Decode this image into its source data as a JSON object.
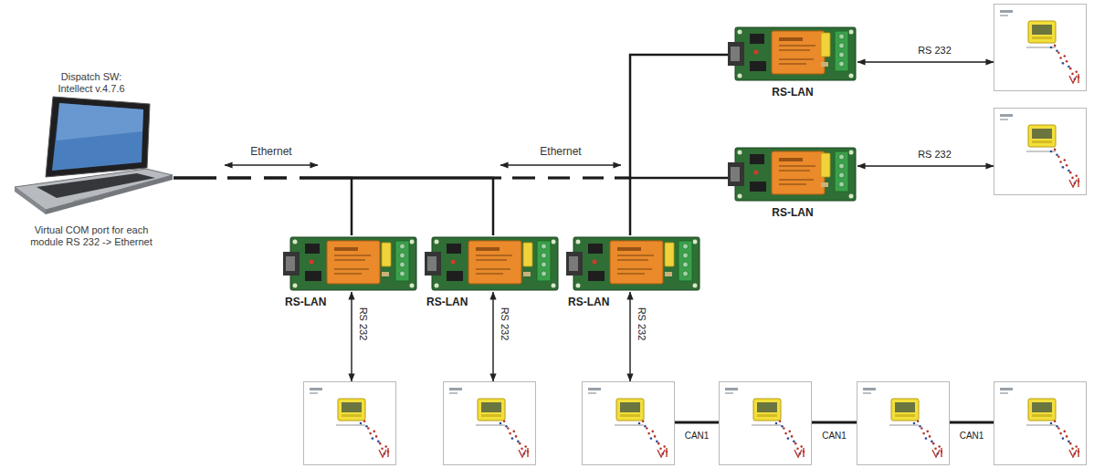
{
  "diagram": {
    "nodes": [
      {
        "text": [
          "Dispatch SW: Intellect v.4.7.6",
          "Virtual COM port for each module RS 232 -> Ethernet"
        ]
      },
      {
        "text": [
          "RS-LAN"
        ]
      },
      {
        "text": []
      },
      {
        "text": [
          "RS-LAN"
        ]
      },
      {
        "text": []
      },
      {
        "text": [
          "RS-LAN"
        ]
      },
      {
        "text": [
          "RS-LAN"
        ]
      },
      {
        "text": [
          "RS-LAN"
        ]
      },
      {
        "text": []
      },
      {
        "text": []
      },
      {
        "text": []
      },
      {
        "text": []
      },
      {
        "text": []
      },
      {
        "text": []
      }
    ],
    "edges": [
      {
        "from": 0,
        "to": 1,
        "arrow": "none"
      },
      {
        "from": 0,
        "to": 3,
        "arrow": "none"
      },
      {
        "from": 0,
        "to": 5,
        "arrow": "none"
      },
      {
        "from": 0,
        "to": 6,
        "arrow": "none"
      },
      {
        "from": 0,
        "to": 7,
        "arrow": "none"
      },
      {
        "from": 1,
        "to": 2,
        "label": "RS 232",
        "arrow": "both"
      },
      {
        "from": 3,
        "to": 4,
        "label": "RS 232",
        "arrow": "both"
      },
      {
        "from": 5,
        "to": 8,
        "label": "RS 232",
        "arrow": "both"
      },
      {
        "from": 6,
        "to": 9,
        "label": "RS 232",
        "arrow": "both"
      },
      {
        "from": 7,
        "to": 10,
        "label": "RS 232",
        "arrow": "both"
      },
      {
        "from": 10,
        "to": 11,
        "label": "CAN1",
        "arrow": "none"
      },
      {
        "from": 11,
        "to": 12,
        "label": "CAN1",
        "arrow": "none"
      },
      {
        "from": 12,
        "to": 13,
        "label": "CAN1",
        "arrow": "none"
      }
    ],
    "labels": [
      "Ethernet",
      "Ethernet"
    ]
  }
}
